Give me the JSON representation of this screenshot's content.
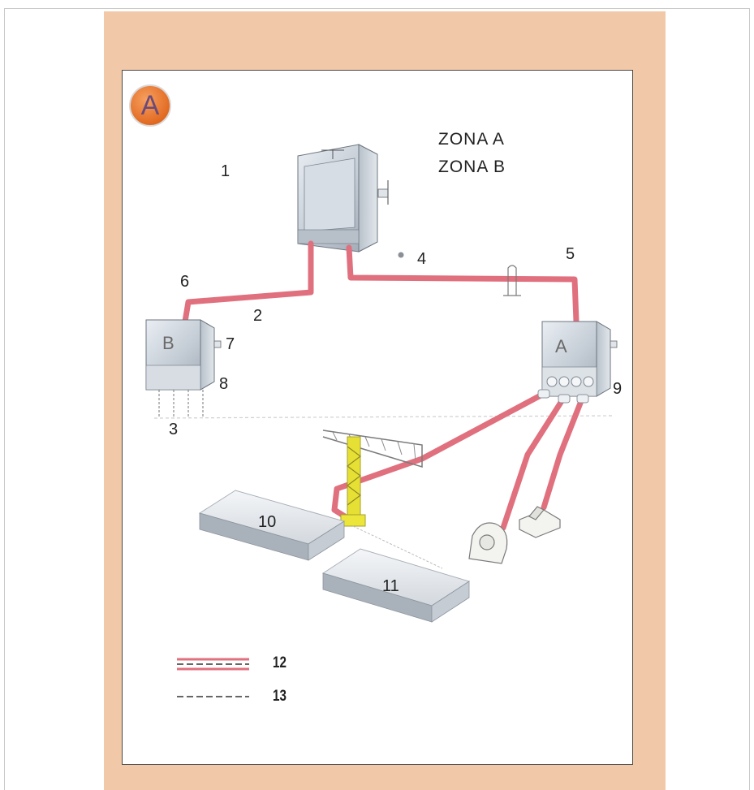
{
  "badge": {
    "letter": "A"
  },
  "zones": {
    "zone_a": "ZONA  A",
    "zone_b": "ZONA  B"
  },
  "boxes": {
    "box_b_letter": "B",
    "box_a_letter": "A"
  },
  "labels": {
    "l1": "1",
    "l2": "2",
    "l3": "3",
    "l4": "4",
    "l5": "5",
    "l6": "6",
    "l7": "7",
    "l8": "8",
    "l9": "9",
    "l10": "10",
    "l11": "11"
  },
  "legend": {
    "cable_label": "12",
    "dashed_label": "13"
  },
  "colors": {
    "cable": "#e0707e",
    "peach": "#f2c9a8",
    "badge": "#e8772e"
  }
}
